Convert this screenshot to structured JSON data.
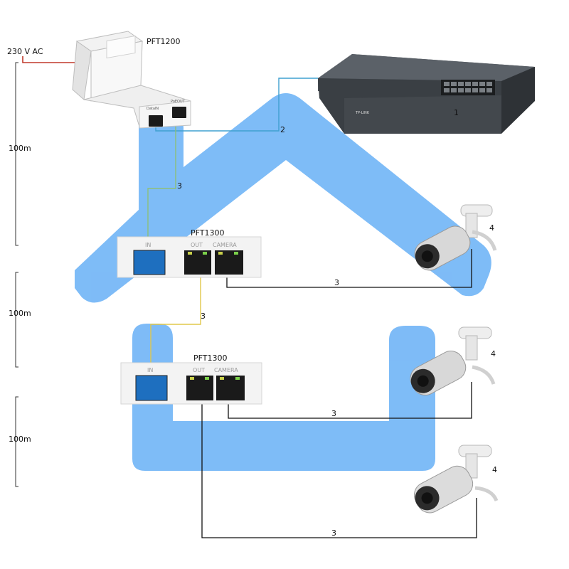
{
  "power_input": {
    "label": "230 V AC"
  },
  "distance_labels": [
    "100m",
    "100m",
    "100m"
  ],
  "injector": {
    "label": "PFT1200",
    "port_in_label": "DataIN",
    "port_out_label": "PoEOUT"
  },
  "switch": {
    "callout": "1",
    "brand": "TP-LINK"
  },
  "extenders": [
    {
      "label": "PFT1300",
      "port_in": "IN",
      "port_out": "OUT",
      "port_camera": "CAMERA"
    },
    {
      "label": "PFT1300",
      "port_in": "IN",
      "port_out": "OUT",
      "port_camera": "CAMERA"
    }
  ],
  "cameras": [
    {
      "callout": "4"
    },
    {
      "callout": "4"
    },
    {
      "callout": "4"
    }
  ],
  "cable_labels": {
    "switch_to_injector": "2",
    "injector_to_ext1": "3",
    "ext1_to_camera1": "3",
    "ext1_to_ext2": "3",
    "ext2_to_camera2": "3",
    "ext2_to_camera3": "3"
  },
  "colors": {
    "house_fill": "#5aa9f5",
    "power_cable": "#c0392b",
    "lan_cable": "#3fa0d0",
    "poe_cable_green": "#8dbf7a",
    "poe_cable_yellow": "#e0c84a",
    "camera_cable": "#111111"
  }
}
